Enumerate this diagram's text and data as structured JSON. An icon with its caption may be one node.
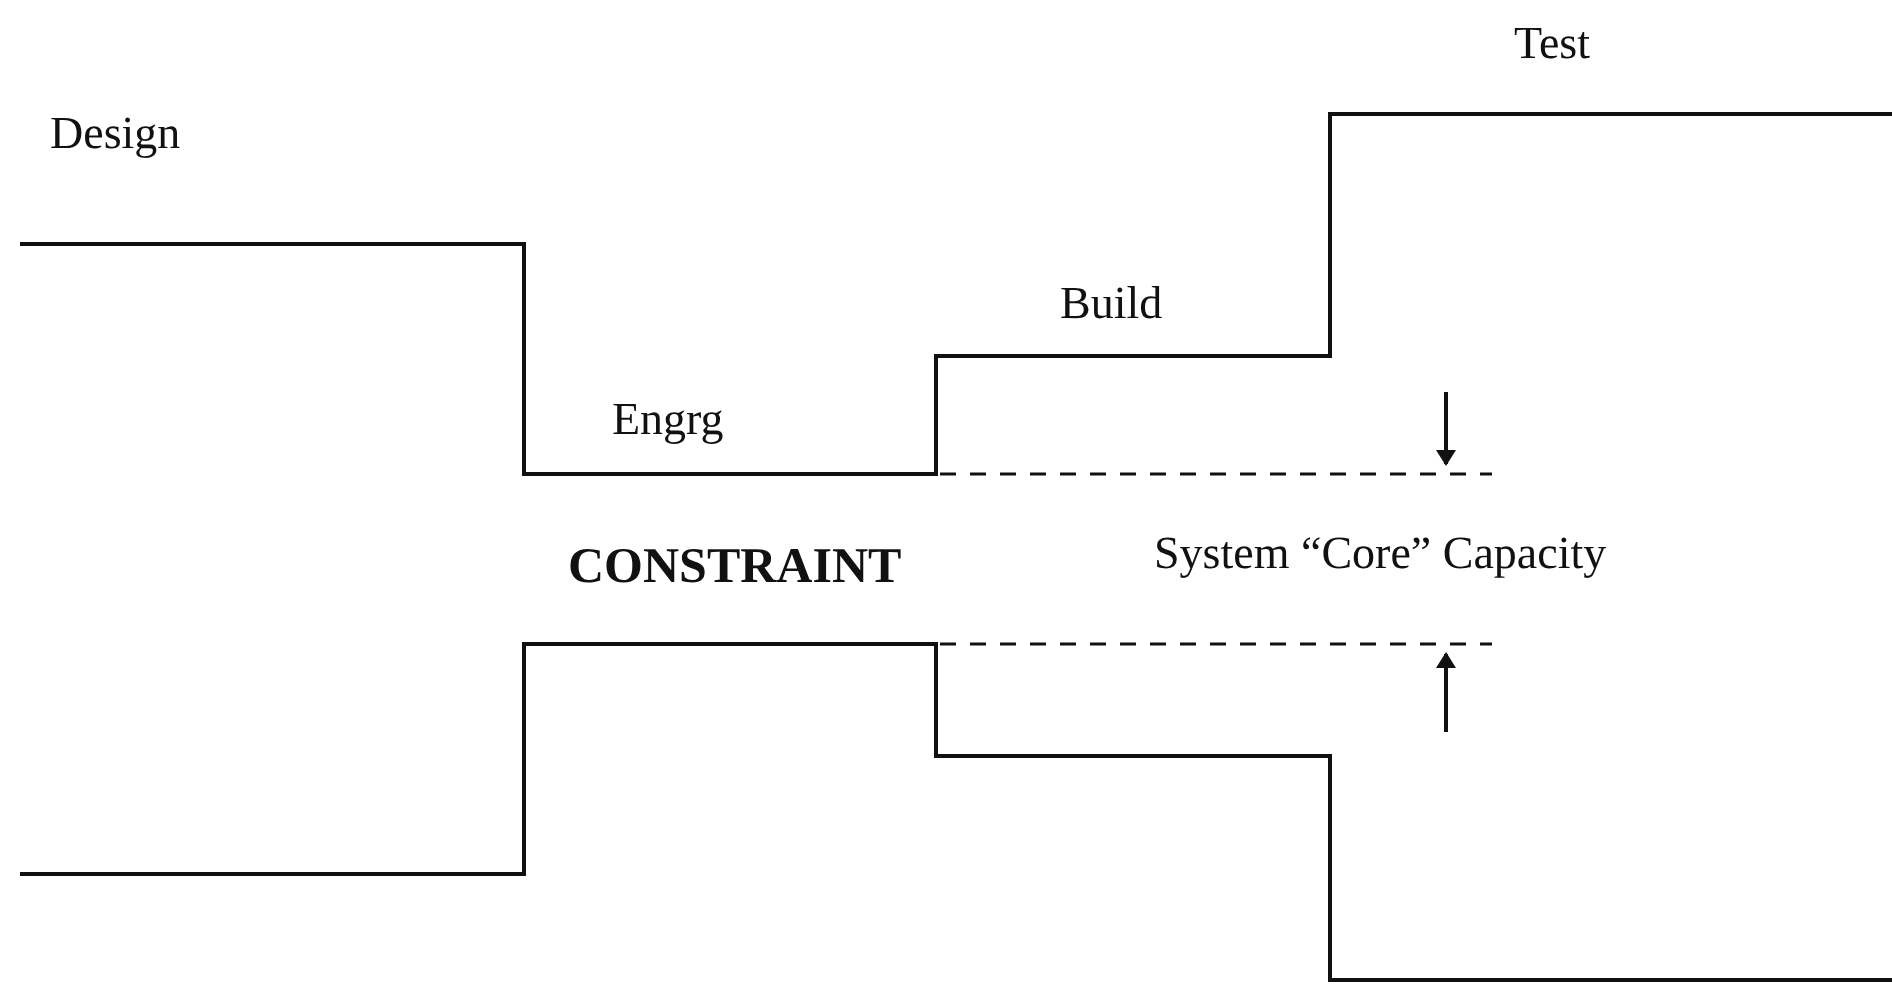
{
  "diagram": {
    "labels": [
      "Test",
      "Design",
      "Build",
      "Engrg",
      "CONSTRAINT",
      "System “Core” Capacity"
    ]
  }
}
